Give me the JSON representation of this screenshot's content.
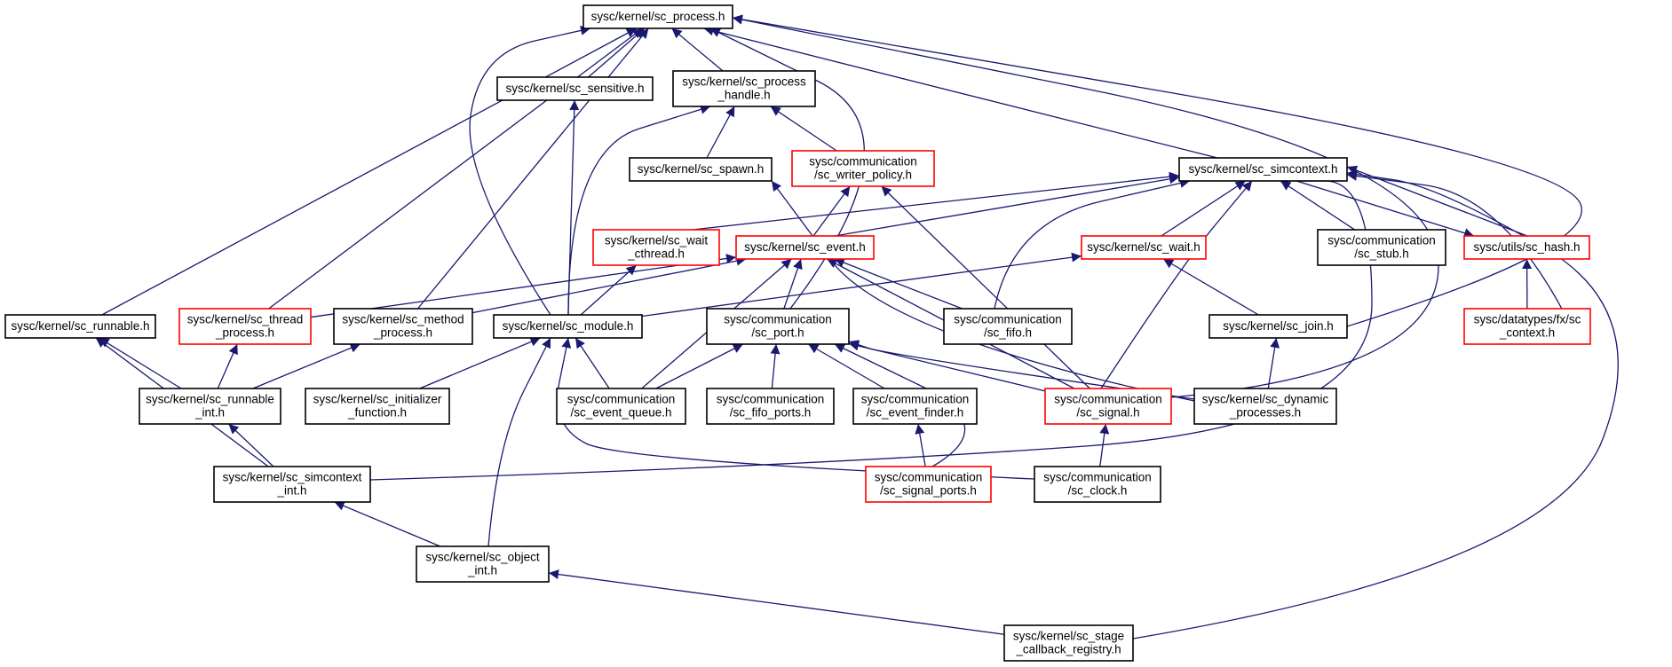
{
  "diagram": {
    "type": "include-dependency-graph",
    "colors": {
      "edge": "#191970",
      "root_fill": "#bfbfbf",
      "normal_border": "#000000",
      "truncated_border": "#ff0000"
    },
    "nodes": [
      {
        "id": "process",
        "lines": [
          "sysc/kernel/sc_process.h"
        ],
        "root": true
      },
      {
        "id": "sensitive",
        "lines": [
          "sysc/kernel/sc_sensitive.h"
        ]
      },
      {
        "id": "process_handle",
        "lines": [
          "sysc/kernel/sc_process",
          "_handle.h"
        ]
      },
      {
        "id": "simcontext",
        "lines": [
          "sysc/kernel/sc_simcontext.h"
        ]
      },
      {
        "id": "spawn",
        "lines": [
          "sysc/kernel/sc_spawn.h"
        ]
      },
      {
        "id": "writer_policy",
        "lines": [
          "sysc/communication",
          "/sc_writer_policy.h"
        ],
        "truncated": true
      },
      {
        "id": "wait_cthread",
        "lines": [
          "sysc/kernel/sc_wait",
          "_cthread.h"
        ],
        "truncated": true
      },
      {
        "id": "event",
        "lines": [
          "sysc/kernel/sc_event.h"
        ],
        "truncated": true
      },
      {
        "id": "wait",
        "lines": [
          "sysc/kernel/sc_wait.h"
        ],
        "truncated": true
      },
      {
        "id": "stub",
        "lines": [
          "sysc/communication",
          "/sc_stub.h"
        ]
      },
      {
        "id": "hash",
        "lines": [
          "sysc/utils/sc_hash.h"
        ],
        "truncated": true
      },
      {
        "id": "runnable",
        "lines": [
          "sysc/kernel/sc_runnable.h"
        ]
      },
      {
        "id": "thread_process",
        "lines": [
          "sysc/kernel/sc_thread",
          "_process.h"
        ],
        "truncated": true
      },
      {
        "id": "method_process",
        "lines": [
          "sysc/kernel/sc_method",
          "_process.h"
        ]
      },
      {
        "id": "module",
        "lines": [
          "sysc/kernel/sc_module.h"
        ]
      },
      {
        "id": "port",
        "lines": [
          "sysc/communication",
          "/sc_port.h"
        ]
      },
      {
        "id": "fifo",
        "lines": [
          "sysc/communication",
          "/sc_fifo.h"
        ]
      },
      {
        "id": "join",
        "lines": [
          "sysc/kernel/sc_join.h"
        ]
      },
      {
        "id": "fx_context",
        "lines": [
          "sysc/datatypes/fx/sc",
          "_context.h"
        ],
        "truncated": true
      },
      {
        "id": "runnable_int",
        "lines": [
          "sysc/kernel/sc_runnable",
          "_int.h"
        ]
      },
      {
        "id": "initializer",
        "lines": [
          "sysc/kernel/sc_initializer",
          "_function.h"
        ]
      },
      {
        "id": "event_queue",
        "lines": [
          "sysc/communication",
          "/sc_event_queue.h"
        ]
      },
      {
        "id": "fifo_ports",
        "lines": [
          "sysc/communication",
          "/sc_fifo_ports.h"
        ]
      },
      {
        "id": "event_finder",
        "lines": [
          "sysc/communication",
          "/sc_event_finder.h"
        ]
      },
      {
        "id": "signal",
        "lines": [
          "sysc/communication",
          "/sc_signal.h"
        ],
        "truncated": true
      },
      {
        "id": "dynamic",
        "lines": [
          "sysc/kernel/sc_dynamic",
          "_processes.h"
        ]
      },
      {
        "id": "simcontext_int",
        "lines": [
          "sysc/kernel/sc_simcontext",
          "_int.h"
        ]
      },
      {
        "id": "signal_ports",
        "lines": [
          "sysc/communication",
          "/sc_signal_ports.h"
        ],
        "truncated": true
      },
      {
        "id": "clock",
        "lines": [
          "sysc/communication",
          "/sc_clock.h"
        ]
      },
      {
        "id": "object_int",
        "lines": [
          "sysc/kernel/sc_object",
          "_int.h"
        ]
      },
      {
        "id": "stage_callback",
        "lines": [
          "sysc/kernel/sc_stage",
          "_callback_registry.h"
        ]
      }
    ],
    "edges": [
      {
        "from": "sensitive",
        "to": "process"
      },
      {
        "from": "process_handle",
        "to": "process"
      },
      {
        "from": "simcontext",
        "to": "process"
      },
      {
        "from": "runnable",
        "to": "process"
      },
      {
        "from": "thread_process",
        "to": "process"
      },
      {
        "from": "method_process",
        "to": "process"
      },
      {
        "from": "module",
        "to": "process"
      },
      {
        "from": "port",
        "to": "process"
      },
      {
        "from": "join",
        "to": "process"
      },
      {
        "from": "signal",
        "to": "process"
      },
      {
        "from": "module",
        "to": "sensitive"
      },
      {
        "from": "module",
        "to": "process_handle"
      },
      {
        "from": "spawn",
        "to": "process_handle"
      },
      {
        "from": "writer_policy",
        "to": "process_handle"
      },
      {
        "from": "event",
        "to": "writer_policy"
      },
      {
        "from": "signal",
        "to": "writer_policy"
      },
      {
        "from": "wait_cthread",
        "to": "simcontext"
      },
      {
        "from": "event",
        "to": "simcontext"
      },
      {
        "from": "wait",
        "to": "simcontext"
      },
      {
        "from": "stub",
        "to": "simcontext"
      },
      {
        "from": "hash",
        "to": "simcontext"
      },
      {
        "from": "simcontext",
        "to": "hash"
      },
      {
        "from": "fifo",
        "to": "simcontext"
      },
      {
        "from": "signal",
        "to": "simcontext"
      },
      {
        "from": "simcontext_int",
        "to": "simcontext"
      },
      {
        "from": "fx_context",
        "to": "simcontext"
      },
      {
        "from": "stage_callback",
        "to": "simcontext"
      },
      {
        "from": "module",
        "to": "wait_cthread"
      },
      {
        "from": "thread_process",
        "to": "event"
      },
      {
        "from": "method_process",
        "to": "event"
      },
      {
        "from": "port",
        "to": "event"
      },
      {
        "from": "fifo",
        "to": "event"
      },
      {
        "from": "event_queue",
        "to": "event"
      },
      {
        "from": "signal",
        "to": "event"
      },
      {
        "from": "module",
        "to": "wait"
      },
      {
        "from": "join",
        "to": "wait"
      },
      {
        "from": "fx_context",
        "to": "hash"
      },
      {
        "from": "runnable_int",
        "to": "runnable"
      },
      {
        "from": "simcontext_int",
        "to": "runnable"
      },
      {
        "from": "runnable_int",
        "to": "thread_process"
      },
      {
        "from": "runnable_int",
        "to": "method_process"
      },
      {
        "from": "initializer",
        "to": "module"
      },
      {
        "from": "event_queue",
        "to": "module"
      },
      {
        "from": "object_int",
        "to": "module"
      },
      {
        "from": "clock",
        "to": "module"
      },
      {
        "from": "event_queue",
        "to": "port"
      },
      {
        "from": "fifo_ports",
        "to": "port"
      },
      {
        "from": "event_finder",
        "to": "port"
      },
      {
        "from": "signal",
        "to": "port"
      },
      {
        "from": "dynamic",
        "to": "port"
      },
      {
        "from": "signal_ports",
        "to": "port"
      },
      {
        "from": "dynamic",
        "to": "join"
      },
      {
        "from": "dynamic",
        "to": "spawn"
      },
      {
        "from": "simcontext_int",
        "to": "runnable_int"
      },
      {
        "from": "signal_ports",
        "to": "event_finder"
      },
      {
        "from": "clock",
        "to": "signal"
      },
      {
        "from": "object_int",
        "to": "simcontext_int"
      },
      {
        "from": "stage_callback",
        "to": "object_int"
      }
    ]
  }
}
